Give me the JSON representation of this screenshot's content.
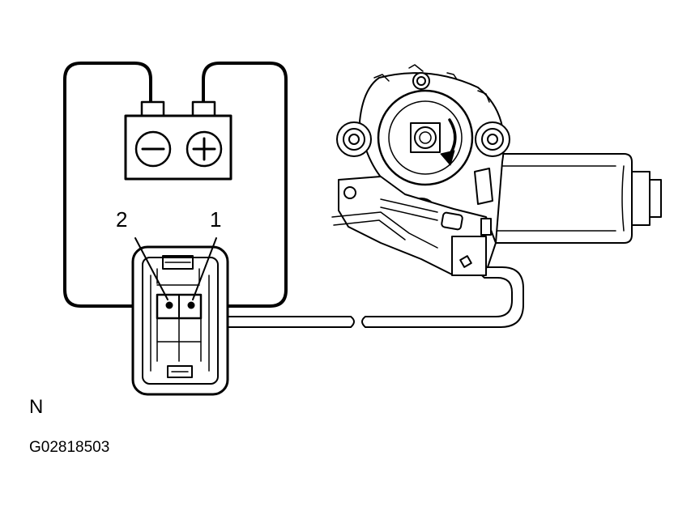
{
  "labels": {
    "pin_2": "2",
    "pin_1": "1",
    "marker": "N",
    "figure_id": "G02818503"
  },
  "icons": {
    "battery_negative": "minus-terminal-icon",
    "battery_positive": "plus-terminal-icon",
    "rotation": "clockwise-arrow-icon"
  },
  "colors": {
    "line": "#000000",
    "background": "#ffffff"
  }
}
